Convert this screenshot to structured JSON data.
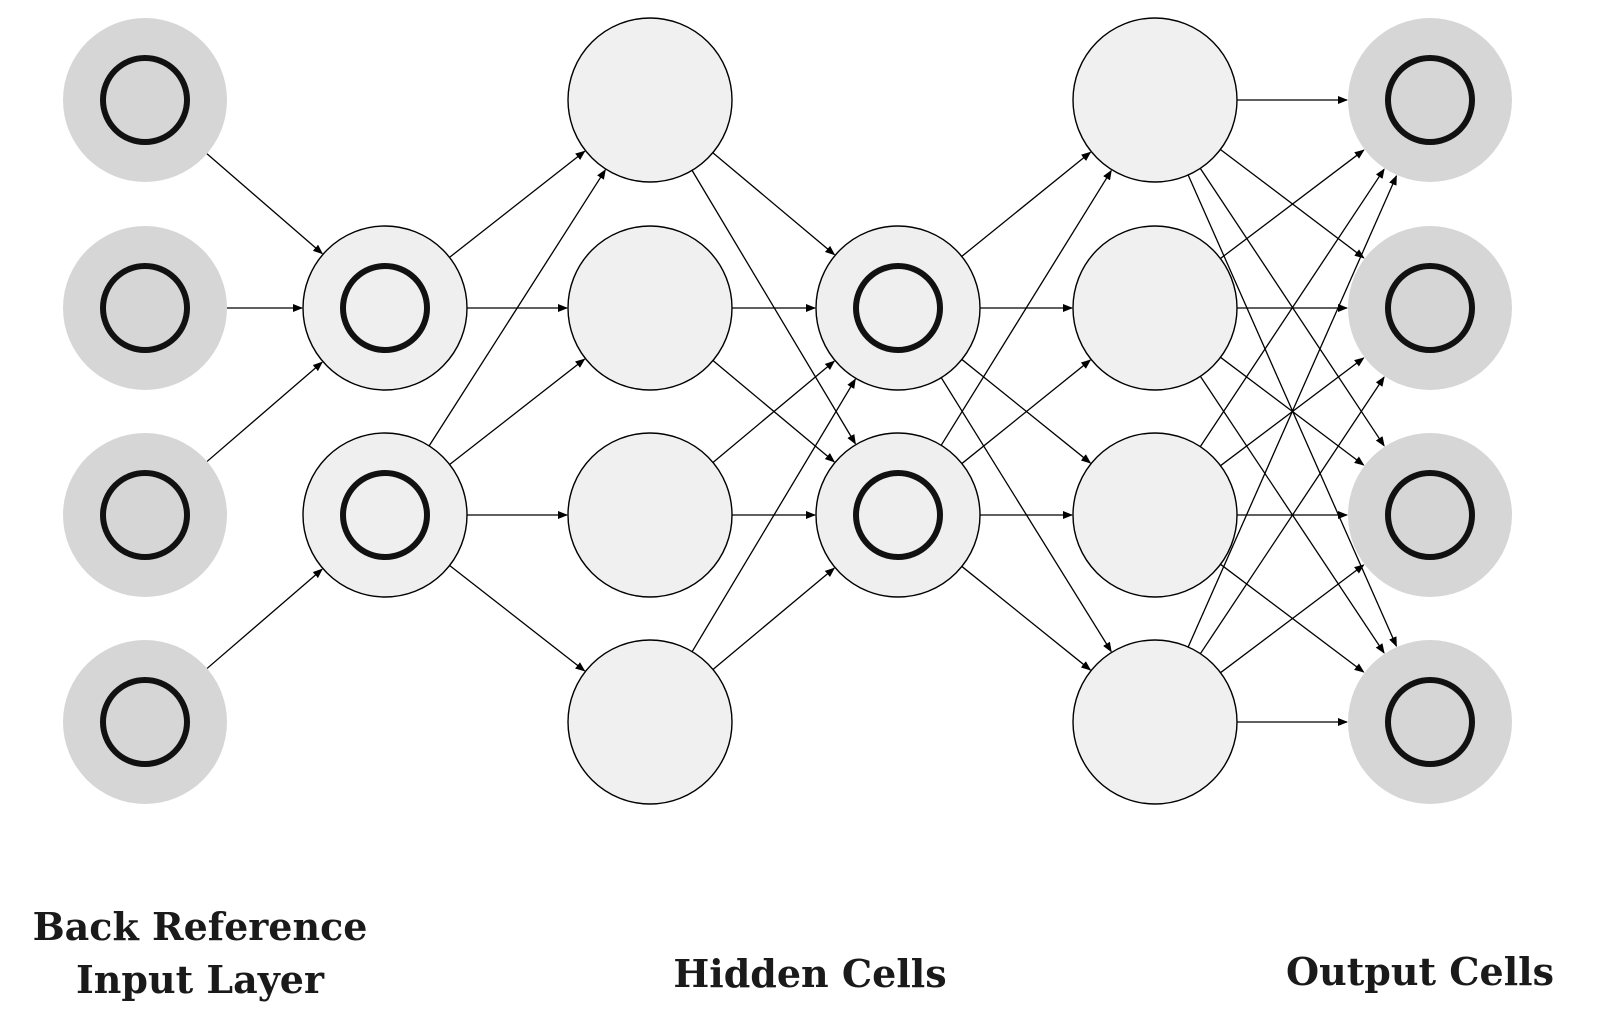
{
  "labels": {
    "input_line1": "Back Reference",
    "input_line2": "Input Layer",
    "hidden": "Hidden Cells",
    "output": "Output Cells"
  },
  "colors": {
    "input_fill": "#d6d6d6",
    "input_ring": "#111111",
    "hidden_fill": "#f0f0f0",
    "memory_fill": "#efefef",
    "output_fill": "#d6d6d6",
    "edge": "#000000"
  },
  "layers": [
    {
      "name": "input",
      "type": "input-recurrent",
      "count": 4
    },
    {
      "name": "hidden-memory-1",
      "type": "memory",
      "count": 2
    },
    {
      "name": "hidden-1",
      "type": "hidden",
      "count": 4
    },
    {
      "name": "hidden-memory-2",
      "type": "memory",
      "count": 2
    },
    {
      "name": "hidden-2",
      "type": "hidden",
      "count": 4
    },
    {
      "name": "output",
      "type": "output-recurrent",
      "count": 4
    }
  ]
}
